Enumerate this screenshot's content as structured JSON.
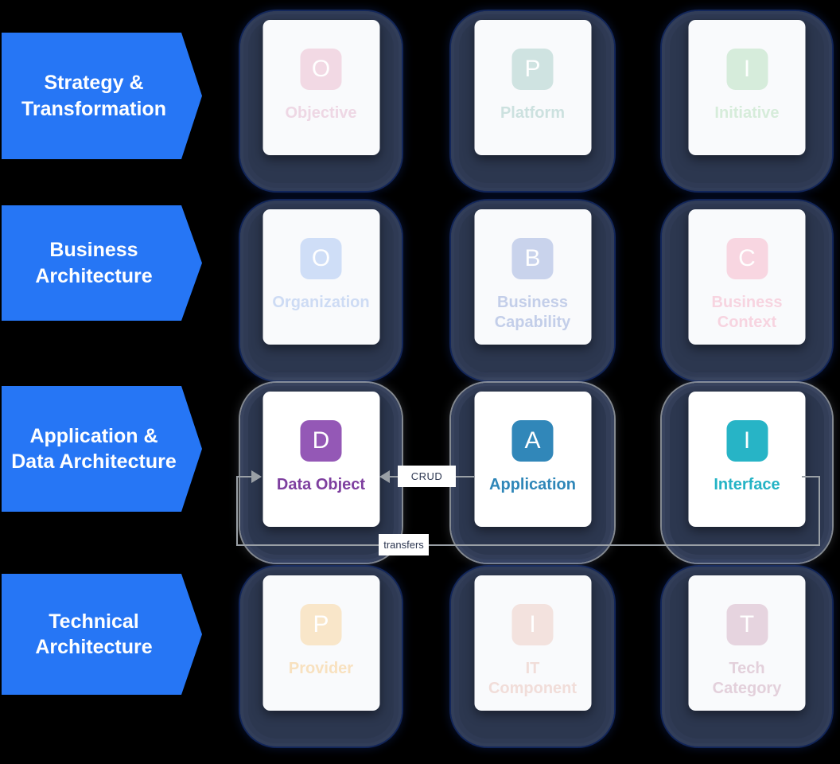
{
  "arrow_color": "#2676f5",
  "layers": [
    {
      "label": "Strategy & Transformation"
    },
    {
      "label": "Business Architecture"
    },
    {
      "label": "Application & Data Architecture"
    },
    {
      "label": "Technical Architecture"
    }
  ],
  "grid": {
    "rows": [
      {
        "layer": "Strategy & Transformation",
        "cells": [
          {
            "letter": "O",
            "label": "Objective",
            "icon_color": "#f2d9e4",
            "label_color": "#eed7e4",
            "active": false
          },
          {
            "letter": "P",
            "label": "Platform",
            "icon_color": "#cfe3e1",
            "label_color": "#cce1df",
            "active": false
          },
          {
            "letter": "I",
            "label": "Initiative",
            "icon_color": "#d6ecdb",
            "label_color": "#d6ecda",
            "active": false
          }
        ]
      },
      {
        "layer": "Business Architecture",
        "cells": [
          {
            "letter": "O",
            "label": "Organization",
            "icon_color": "#cfdef7",
            "label_color": "#cddbf4",
            "active": false
          },
          {
            "letter": "B",
            "label": "Business Capability",
            "icon_color": "#c9d3ec",
            "label_color": "#c3cee9",
            "active": false
          },
          {
            "letter": "C",
            "label": "Business Context",
            "icon_color": "#f8d6e1",
            "label_color": "#f7d4e0",
            "active": false
          }
        ]
      },
      {
        "layer": "Application & Data Architecture",
        "cells": [
          {
            "letter": "D",
            "label": "Data Object",
            "icon_color": "#9458b6",
            "label_color": "#7e3f9f",
            "active": true
          },
          {
            "letter": "A",
            "label": "Application",
            "icon_color": "#3187b9",
            "label_color": "#2e86b8",
            "active": true
          },
          {
            "letter": "I",
            "label": "Interface",
            "icon_color": "#27b4c6",
            "label_color": "#24b3c5",
            "active": true
          }
        ]
      },
      {
        "layer": "Technical Architecture",
        "cells": [
          {
            "letter": "P",
            "label": "Provider",
            "icon_color": "#f9e6c9",
            "label_color": "#f8e1bf",
            "active": false
          },
          {
            "letter": "I",
            "label": "IT Component",
            "icon_color": "#f3e2de",
            "label_color": "#f1ddd9",
            "active": false
          },
          {
            "letter": "T",
            "label": "Tech Category",
            "icon_color": "#e6d4df",
            "label_color": "#e3d0db",
            "active": false
          }
        ]
      }
    ]
  },
  "connections": {
    "line_color": "#9aa0a6",
    "crud": {
      "label": "CRUD",
      "from": "Application",
      "to": "Data Object"
    },
    "transfers": {
      "label": "transfers",
      "from": "Interface",
      "to": "Data Object"
    }
  }
}
